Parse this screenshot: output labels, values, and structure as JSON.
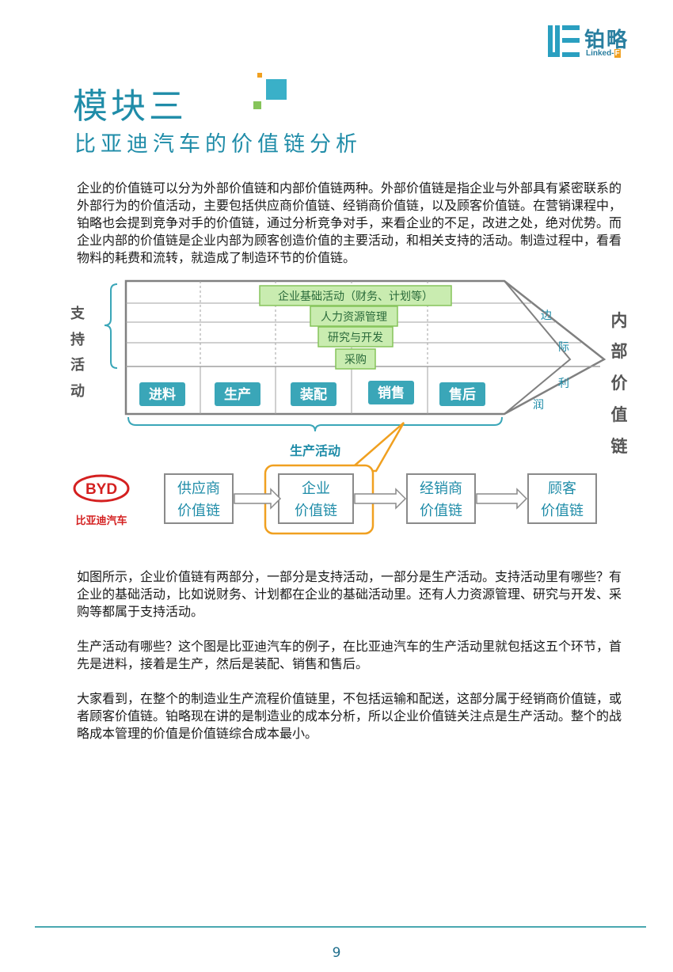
{
  "brand": {
    "name_cn": "铂略",
    "name_en": "Linked-",
    "name_en_suffix": "F"
  },
  "header": {
    "module_title": "模块三",
    "subtitle": "比亚迪汽车的价值链分析"
  },
  "paragraphs": {
    "p1": "企业的价值链可以分为外部价值链和内部价值链两种。外部价值链是指企业与外部具有紧密联系的外部行为的价值活动，主要包括供应商价值链、经销商价值链，以及顾客价值链。在营销课程中，铂略也会提到竞争对手的价值链，通过分析竞争对手，来看企业的不足，改进之处，绝对优势。而企业内部的价值链是企业内部为顾客创造价值的主要活动，和相关支持的活动。制造过程中，看看物料的耗费和流转，就造成了制造环节的价值链。",
    "p2": "如图所示，企业价值链有两部分，一部分是支持活动，一部分是生产活动。支持活动里有哪些？有企业的基础活动，比如说财务、计划都在企业的基础活动里。还有人力资源管理、研究与开发、采购等都属于支持活动。",
    "p3": "生产活动有哪些？这个图是比亚迪汽车的例子，在比亚迪汽车的生产活动里就包括这五个环节，首先是进料，接着是生产，然后是装配、销售和售后。",
    "p4": "大家看到，在整个的制造业生产流程价值链里，不包括运输和配送，这部分属于经销商价值链，或者顾客价值链。铂略现在讲的是制造业的成本分析，所以企业价值链关注点是生产活动。整个的战略成本管理的价值是价值链综合成本最小。"
  },
  "diagram": {
    "support_label": [
      "支",
      "持",
      "活",
      "动"
    ],
    "support_activities": [
      "企业基础活动（财务、计划等）",
      "人力资源管理",
      "研究与开发",
      "采购"
    ],
    "primary_activities": [
      "进料",
      "生产",
      "装配",
      "销售",
      "售后"
    ],
    "margin_label": [
      "边",
      "际",
      "利",
      "润"
    ],
    "internal_chain_label": [
      "内",
      "部",
      "价",
      "值",
      "链"
    ],
    "production_label": "生产活动",
    "byd_logo_text": "BYD",
    "byd_name": "比亚迪汽车",
    "chain": [
      {
        "line1": "供应商",
        "line2": "价值链"
      },
      {
        "line1": "企业",
        "line2": "价值链"
      },
      {
        "line1": "经销商",
        "line2": "价值链"
      },
      {
        "line1": "顾客",
        "line2": "价值链"
      }
    ]
  },
  "colors": {
    "teal": "#1f8ca8",
    "button_teal": "#3aa6b8",
    "green_box": "#c9ecb0",
    "green_border": "#86c45a",
    "orange": "#f0a020",
    "byd_red": "#d42020"
  },
  "footer": {
    "page_number": "9"
  }
}
